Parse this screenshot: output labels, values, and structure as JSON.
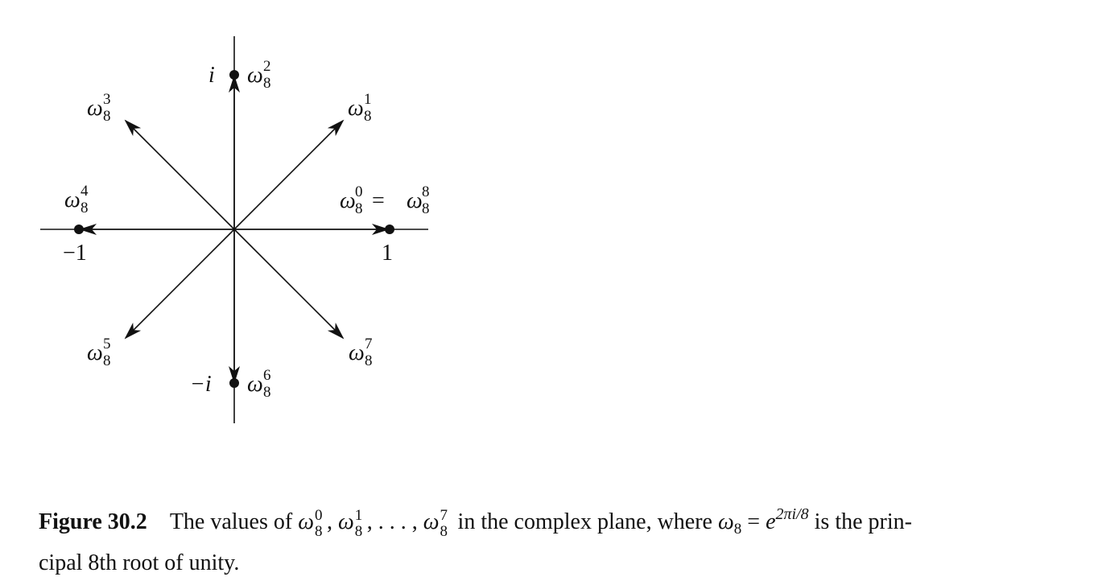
{
  "figure": {
    "roots": [
      {
        "k": 0,
        "value": "1",
        "label": "ω",
        "sub": "8",
        "sup": "0"
      },
      {
        "k": 1,
        "label": "ω",
        "sub": "8",
        "sup": "1"
      },
      {
        "k": 2,
        "value": "i",
        "label": "ω",
        "sub": "8",
        "sup": "2"
      },
      {
        "k": 3,
        "label": "ω",
        "sub": "8",
        "sup": "3"
      },
      {
        "k": 4,
        "value": "−1",
        "label": "ω",
        "sub": "8",
        "sup": "4"
      },
      {
        "k": 5,
        "label": "ω",
        "sub": "8",
        "sup": "5"
      },
      {
        "k": 6,
        "value": "−i",
        "label": "ω",
        "sub": "8",
        "sup": "6"
      },
      {
        "k": 7,
        "label": "ω",
        "sub": "8",
        "sup": "7"
      }
    ],
    "eq_sign": "=",
    "eq_rhs_sup": "8",
    "value_1": "1",
    "value_i": "i",
    "value_neg1": "−1",
    "value_negi": "−i"
  },
  "caption": {
    "label": "Figure 30.2",
    "text_1": "The values of ",
    "omega": "ω",
    "sub": "8",
    "sup0": "0",
    "sup1": "1",
    "sup7": "7",
    "sep": ", ",
    "ellipsis": ", . . . , ",
    "text_2": " in the complex plane, where ",
    "eq": " = ",
    "e": "e",
    "exp": "2πi/8",
    "text_3": " is the prin-",
    "line2": "cipal 8th root of unity."
  }
}
